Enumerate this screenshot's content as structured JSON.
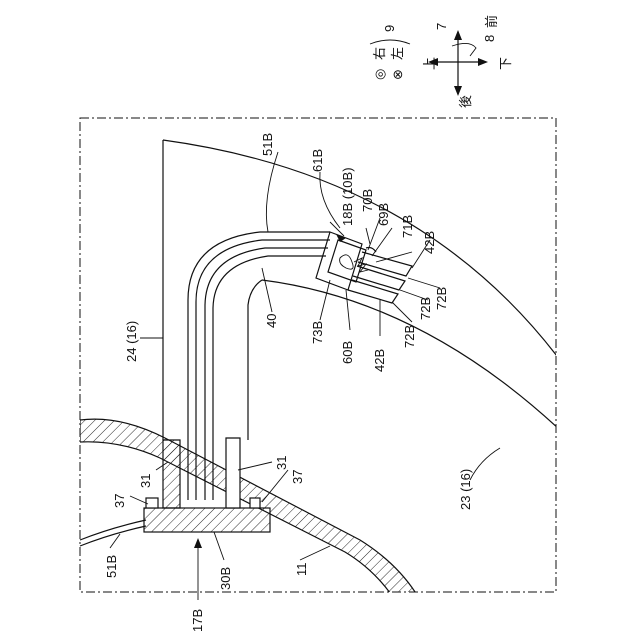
{
  "figure": {
    "labels": {
      "l51B_top": "51B",
      "l61B": "61B",
      "l18B": "18B (10B)",
      "l70B": "70B",
      "l69B": "69B",
      "l71B": "71B",
      "l42B_a": "42B",
      "l72B_a": "72B",
      "l72B_b": "72B",
      "l72B_c": "72B",
      "l42B_b": "42B",
      "l40": "40",
      "l73B": "73B",
      "l60B": "60B",
      "l24": "24 (16)",
      "l23": "23 (16)",
      "l31_a": "31",
      "l31_b": "31",
      "l37_a": "37",
      "l37_b": "37",
      "l51B_bottom": "51B",
      "l30B": "30B",
      "l11": "11",
      "l17B": "17B"
    },
    "legend": {
      "right_mark": "◎",
      "right_text": "右",
      "left_mark": "⊗",
      "left_text": "左",
      "bracket_ref": "9",
      "front": "前",
      "rear": "後",
      "up": "上",
      "down": "下",
      "ref7": "7",
      "ref8": "8"
    }
  }
}
